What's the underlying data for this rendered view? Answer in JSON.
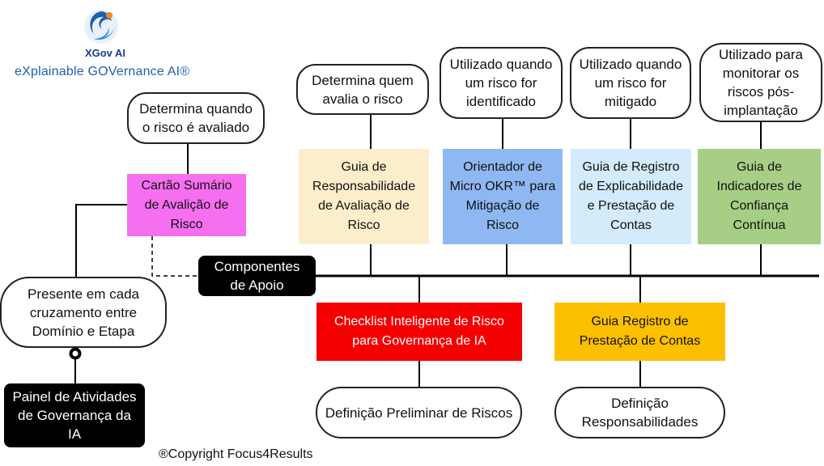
{
  "colors": {
    "pink": "#f66ff0",
    "cream": "#fdeecb",
    "blue": "#8fb8f2",
    "light_blue": "#d4ebfb",
    "green": "#a6cf85",
    "red": "#f50000",
    "orange": "#fcc000",
    "black": "#000000"
  },
  "logo": {
    "name": "XGov AI",
    "tagline": "eXplainable GOVernance AI®",
    "icon": "swirl-globe-icon"
  },
  "spine": {
    "label": "Componentes de Apoio"
  },
  "top_components": [
    {
      "label": "Cartão Sumário de Avalição de Risco",
      "note": "Determina quando o risco é avaliado",
      "color": "#f66ff0"
    },
    {
      "label": "Guia de Responsabilidade de Avaliação de Risco",
      "note": "Determina quem avalia o risco",
      "color": "#fdeecb"
    },
    {
      "label": "Orientador de Micro OKR™ para Mitigação de Risco",
      "note": "Utilizado quando um risco for identificado",
      "color": "#8fb8f2"
    },
    {
      "label": "Guia de Registro de Explicabilidade e Prestação de Contas",
      "note": "Utilizado quando um risco for mitigado",
      "color": "#d4ebfb"
    },
    {
      "label": "Guia de Indicadores de Confiança Contínua",
      "note": "Utilizado para monitorar os riscos pós-implantação",
      "color": "#a6cf85"
    }
  ],
  "bottom_components": [
    {
      "label": "Checklist Inteligente de Risco para Governança de IA",
      "note": "Definição Preliminar de Riscos",
      "color": "#f50000"
    },
    {
      "label": "Guia Registro de Prestação de Contas",
      "note": "Definição Responsabilidades",
      "color": "#fcc000"
    }
  ],
  "left": {
    "note": "Presente em cada cruzamento entre Domínio e Etapa",
    "panel": "Painel de Atividades de Governança da IA"
  },
  "copyright": "®Copyright Focus4Results"
}
